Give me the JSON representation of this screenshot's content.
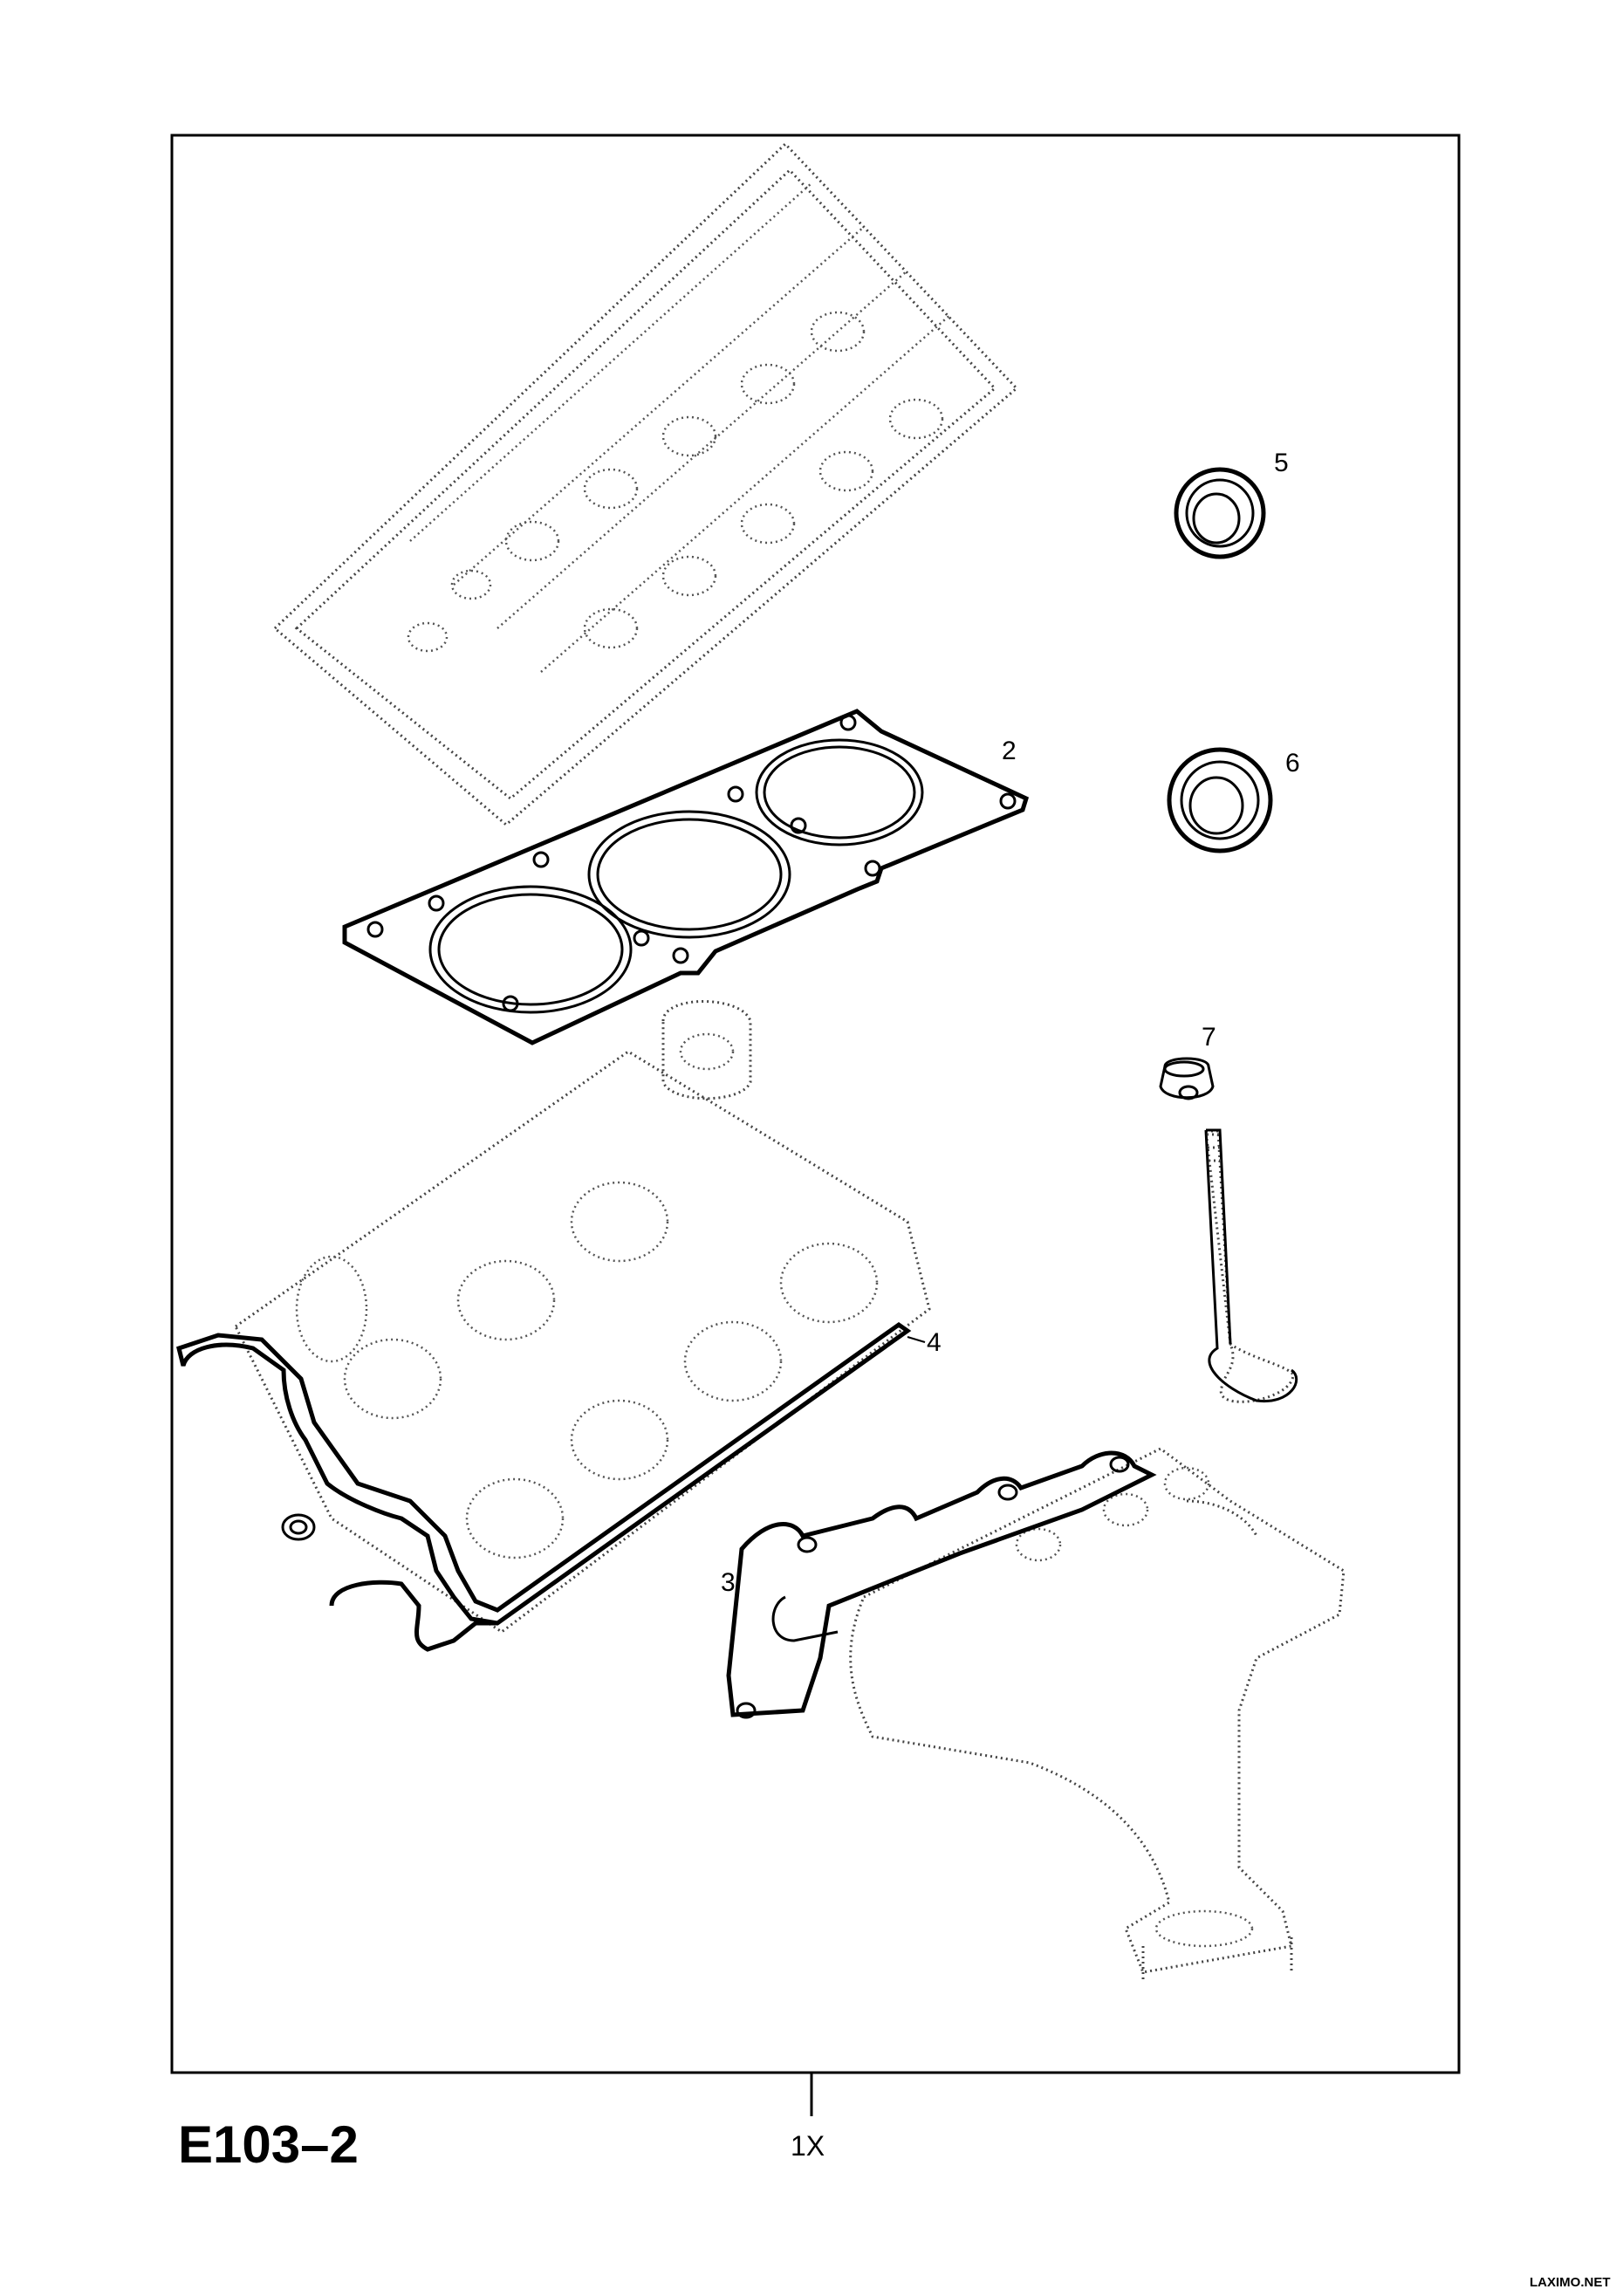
{
  "diagram": {
    "code": "E103–2",
    "quantity_label": "1X",
    "watermark": "LAXIMO.NET",
    "callouts": [
      {
        "id": "2",
        "label": "2"
      },
      {
        "id": "3",
        "label": "3"
      },
      {
        "id": "4",
        "label": "4"
      },
      {
        "id": "5",
        "label": "5"
      },
      {
        "id": "6",
        "label": "6"
      },
      {
        "id": "7",
        "label": "7"
      }
    ]
  }
}
